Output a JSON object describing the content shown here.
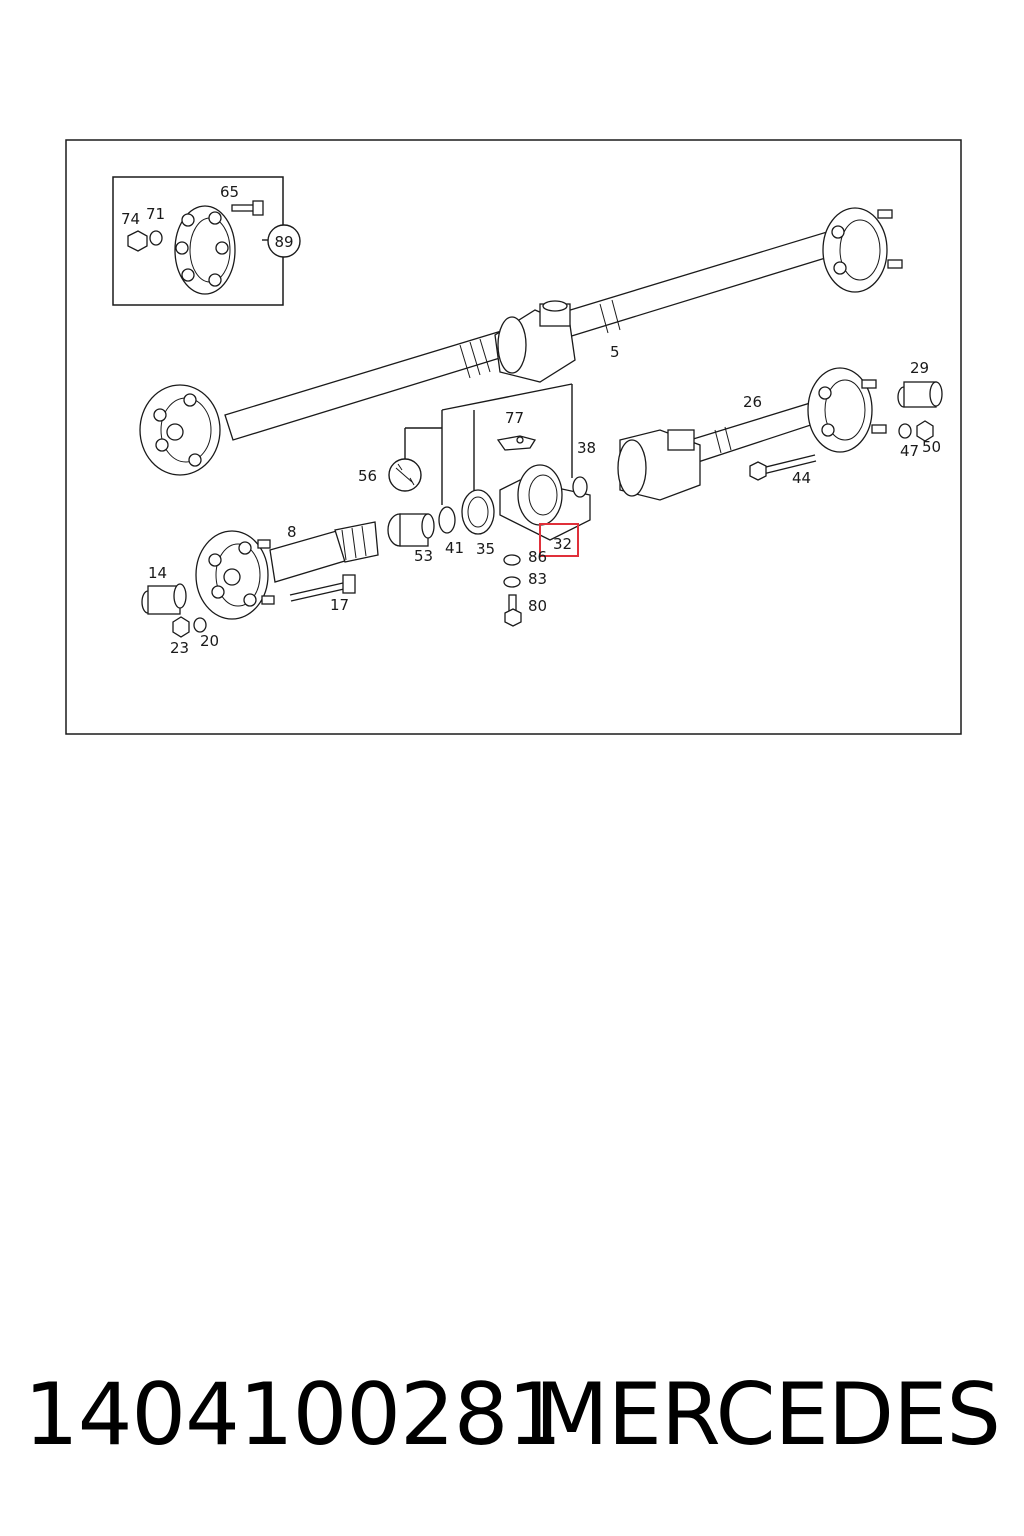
{
  "diagram": {
    "inset_callout": "89",
    "labels": {
      "p65": "65",
      "p74": "74",
      "p71": "71",
      "p5": "5",
      "p29": "29",
      "p26": "26",
      "p77": "77",
      "p38": "38",
      "p56": "56",
      "p44": "44",
      "p47": "47",
      "p50": "50",
      "p8": "8",
      "p41": "41",
      "p35": "35",
      "p53": "53",
      "p32": "32",
      "p86": "86",
      "p83": "83",
      "p80": "80",
      "p14": "14",
      "p17": "17",
      "p23": "23",
      "p20": "20"
    },
    "highlight_color": "#e0303a"
  },
  "footer": {
    "part_number": "1404100281",
    "brand": "MERCEDES"
  }
}
